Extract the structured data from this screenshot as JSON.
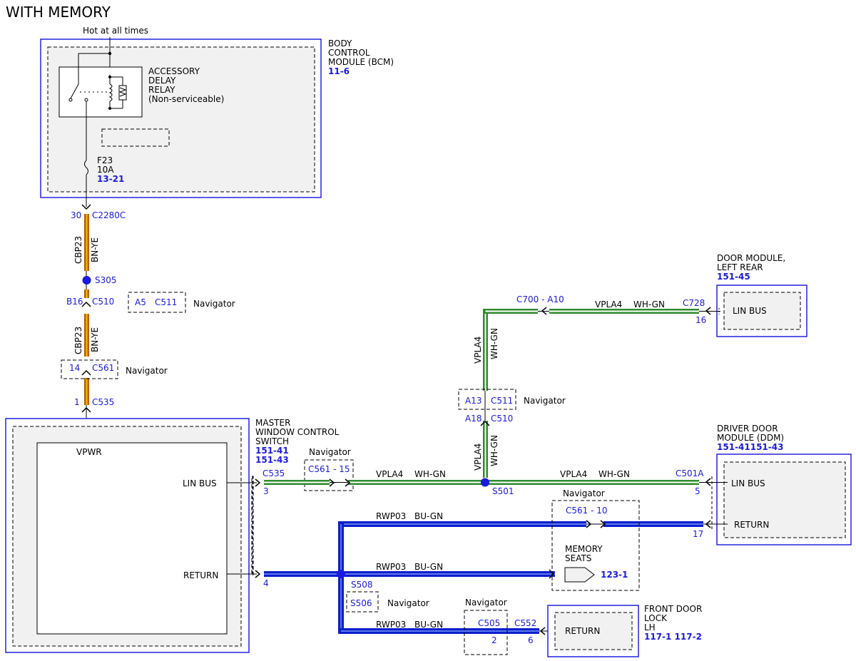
{
  "title": "WITH MEMORY",
  "bcm": {
    "supply": "Hot at all times",
    "name_lines": [
      "BODY",
      "CONTROL",
      "MODULE (BCM)"
    ],
    "ref": "11-6",
    "relay_lines": [
      "ACCESSORY",
      "DELAY",
      "RELAY",
      "(Non-serviceable)"
    ],
    "fuse": "F23",
    "fuse_rating": "10A",
    "fuse_ref": "13-21"
  },
  "connectors": {
    "c2280c_pin": "30",
    "c2280c": "C2280C",
    "s305": "S305",
    "c510_pin": "B16",
    "c510": "C510",
    "c511_pin": "A5",
    "c511": "C511",
    "c561_pin": "14",
    "c561": "C561",
    "c535_pin": "1",
    "c535": "C535",
    "navigator": "Navigator"
  },
  "wires": {
    "cbp23": "CBP23",
    "bn_ye": "BN-YE",
    "vpla4": "VPLA4",
    "wh_gn": "WH-GN",
    "rwp03": "RWP03",
    "bu_gn": "BU-GN"
  },
  "master_switch": {
    "name_lines": [
      "MASTER",
      "WINDOW CONTROL",
      "SWITCH"
    ],
    "refs": [
      "151-41",
      "151-43"
    ],
    "vpwr": "VPWR",
    "lin_bus": "LIN BUS",
    "return": "RETURN",
    "c535": "C535",
    "pin3": "3",
    "pin4": "4",
    "c561_15": "C561 - 15"
  },
  "rear_door": {
    "name_lines": [
      "DOOR MODULE,",
      "LEFT REAR"
    ],
    "ref": "151-45",
    "lin_bus": "LIN BUS",
    "c728": "C728",
    "pin16": "16",
    "c700": "C700 - A10",
    "c511_pin": "A13",
    "c511": "C511",
    "c510_pin": "A18",
    "c510": "C510"
  },
  "ddm": {
    "name_lines": [
      "DRIVER DOOR",
      "MODULE (DDM)"
    ],
    "ref": "151-41151-43",
    "lin_bus": "LIN BUS",
    "return": "RETURN",
    "c501a": "C501A",
    "pin5": "5",
    "pin17": "17",
    "s501": "S501",
    "c561_10": "C561 - 10"
  },
  "memory_seats": {
    "name_lines": [
      "MEMORY",
      "SEATS"
    ],
    "ref": "123-1"
  },
  "s508": "S508",
  "s506": "S506",
  "door_lock": {
    "name_lines": [
      "FRONT DOOR",
      "LOCK",
      "LH"
    ],
    "ref": "117-1 117-2",
    "return": "RETURN",
    "c505": "C505",
    "pin2": "2",
    "c552": "C552",
    "pin6": "6"
  }
}
